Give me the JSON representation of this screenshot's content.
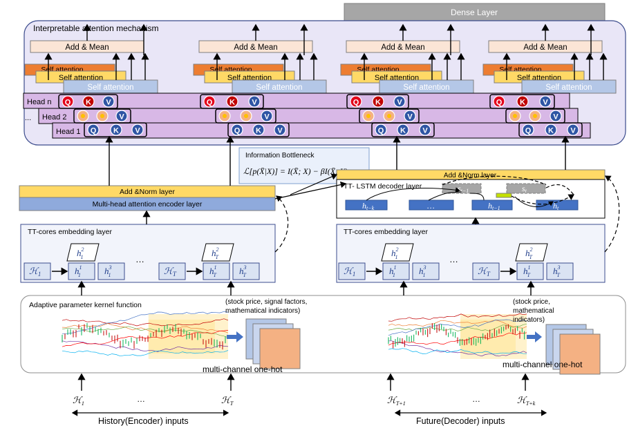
{
  "dense_layer": "Dense Layer",
  "attention": {
    "title": "Interpretable attention mechanism",
    "add_mean": "Add & Mean",
    "self_attention": "Self attention",
    "heads": [
      "Head n",
      "Head 2",
      "Head 1"
    ],
    "head_dots": "...",
    "qkv": [
      "Q",
      "K",
      "V"
    ]
  },
  "bottleneck": {
    "title": "Information Bottleneck",
    "formula": "ℒ[p(X̄|X)] = I(X̄; X) − βI(X̄; Y)"
  },
  "encoder": {
    "add_norm": "Add &Norm layer",
    "mha": "Multi-head attention encoder layer",
    "tt_title": "TT-cores embedding layer",
    "first": {
      "H": "ℋ",
      "H_sub": "1",
      "h": "h",
      "h1": "1",
      "h2": "2",
      "h3": "3",
      "sub": "1"
    },
    "last": {
      "H": "ℋ",
      "H_sub": "T",
      "h": "h",
      "h1": "1",
      "h2": "2",
      "h3": "3",
      "sub": "T"
    },
    "dots": "…"
  },
  "decoder": {
    "add_norm": "Add &Norm layer",
    "lstm_title": "TT- LSTM decoder layer",
    "states": [
      "s_{t-1}",
      "s_t"
    ],
    "hidden": [
      "h_{t-k}",
      "…",
      "h_{t-1}",
      "h_t"
    ],
    "tt_title": "TT-cores embedding layer",
    "dots": "…"
  },
  "kernel": {
    "title": "Adaptive parameter kernel function",
    "left_note": [
      "(stock price, signal factors,",
      "mathematical indicators)"
    ],
    "right_note": [
      "(stock price,",
      "mathematical",
      "indicators)"
    ],
    "onehot": "multi-channel one-hot"
  },
  "inputs": {
    "hist_labels": [
      "ℋ",
      "1",
      "…",
      "ℋ",
      "T"
    ],
    "fut_labels": [
      "ℋ",
      "T+1",
      "…",
      "ℋ",
      "T+k"
    ],
    "history": "History(Encoder)  inputs",
    "future": "Future(Decoder)  inputs"
  },
  "colors": {
    "attention_bg": "#e9e6f7",
    "head_purple": "#d8b8e6",
    "add_mean": "#fbe5d6",
    "self_orange": "#ed7d31",
    "self_yellow": "#ffd966",
    "self_blue": "#b4c7e7",
    "add_norm": "#ffd966",
    "mha": "#8faadc",
    "q_red": "#e3001b",
    "k_red": "#c00000",
    "v_blue": "#2f55a4",
    "tan": "#f4b183",
    "dense": "#a6a6a6"
  }
}
